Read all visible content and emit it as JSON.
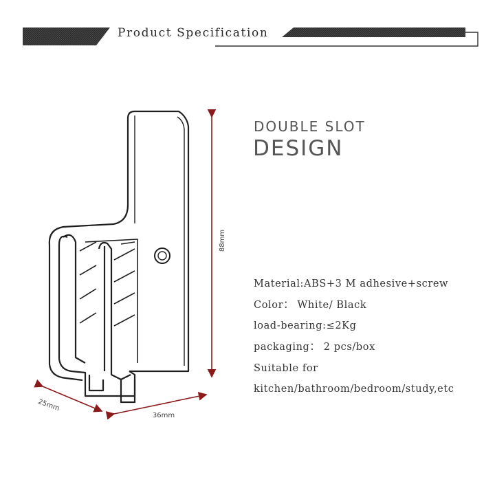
{
  "banner": {
    "title": "Product Specification"
  },
  "heading": {
    "line1": "DOUBLE SLOT",
    "line2": "DESIGN"
  },
  "dimensions": {
    "height": "88mm",
    "depth": "25mm",
    "width": "36mm"
  },
  "specs": [
    "Material:ABS+3 M adhesive+screw",
    "Color： White/ Black",
    "load-bearing:≤2Kg",
    "packaging： 2 pcs/box",
    "Suitable for",
    "kitchen/bathroom/bedroom/study,etc"
  ],
  "colors": {
    "banner_bar": "#2e2e2e",
    "dimension_line": "#8b1a1a",
    "text": "#333333"
  }
}
